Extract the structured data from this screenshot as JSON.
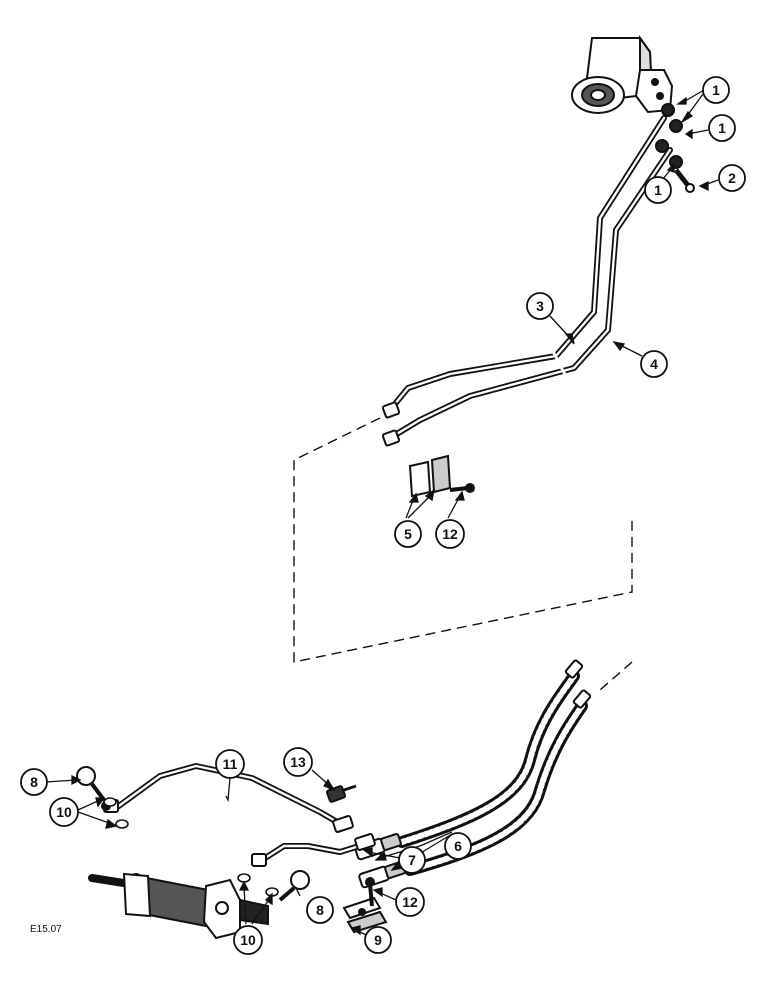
{
  "figure": {
    "code": "E15.07"
  },
  "callouts": [
    "1",
    "1",
    "1",
    "2",
    "3",
    "4",
    "5",
    "12",
    "13",
    "8",
    "11",
    "10",
    "6",
    "7",
    "12",
    "8",
    "10",
    "9"
  ],
  "colors": {
    "ink": "#111111",
    "paper": "#ffffff"
  }
}
